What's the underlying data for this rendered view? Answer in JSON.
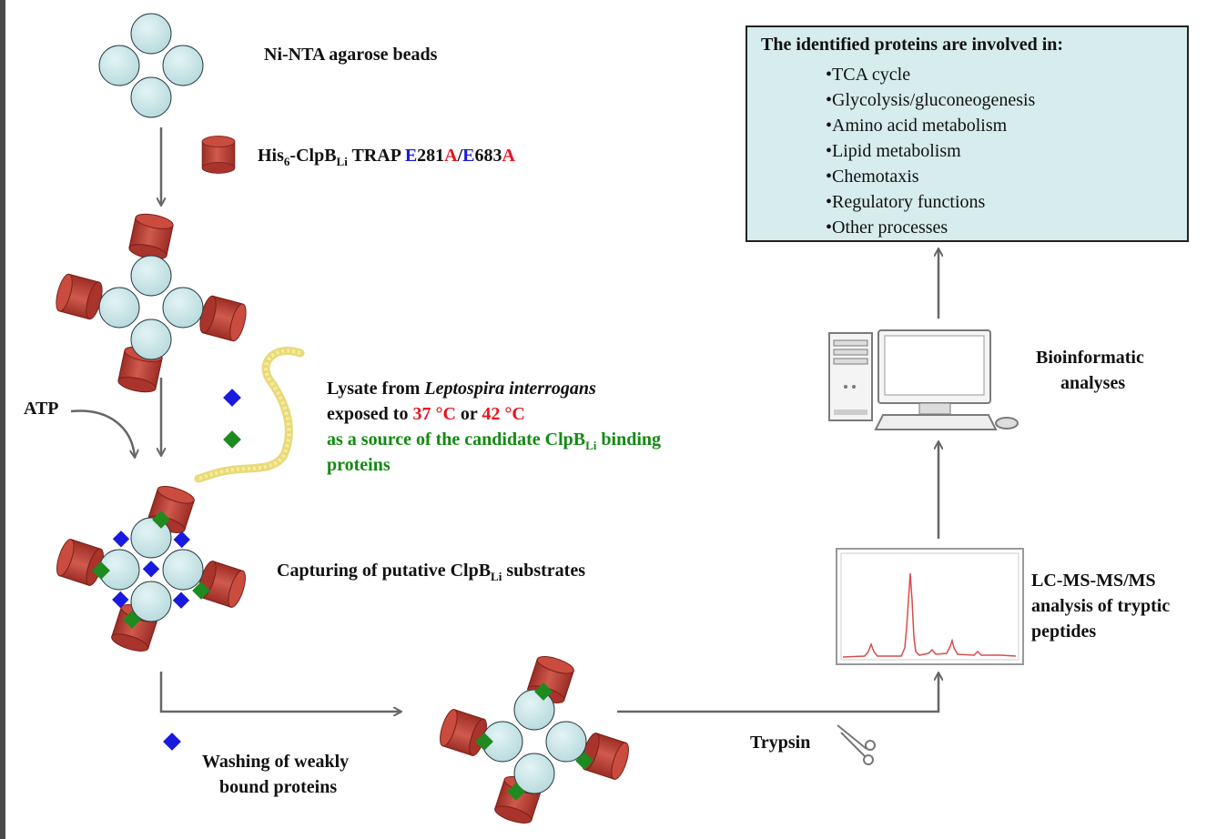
{
  "labels": {
    "beads": "Ni-NTA agarose beads",
    "trap": {
      "his": "His",
      "his_sub": "6",
      "clp": "-ClpB",
      "clp_sub": "Li",
      "trap": " TRAP ",
      "e1": "E",
      "n1": "281",
      "a1": "A",
      "slash": "/",
      "e2": "E",
      "n2": "683",
      "a2": "A"
    },
    "atp": "ATP",
    "lysate": {
      "prefix": "Lysate from ",
      "species": "Leptospira interrogans",
      "exposed": "exposed to ",
      "t1": "37 °C",
      "or": " or ",
      "t2": "42  °C",
      "source": "as a source of the candidate ClpB",
      "source_sub": "Li",
      "binding": " binding",
      "proteins": "proteins"
    },
    "capturing": {
      "text": "Capturing of putative ClpB",
      "sub": "Li",
      "tail": " substrates"
    },
    "washing": {
      "line1": "Washing of weakly",
      "line2": "bound proteins"
    },
    "trypsin": "Trypsin",
    "lcms": {
      "line1": "LC-MS-MS/MS",
      "line2": "analysis of tryptic",
      "line3": "peptides"
    },
    "bioinformatic": {
      "line1": "Bioinformatic",
      "line2": "analyses"
    }
  },
  "results": {
    "heading": "The identified proteins are involved in:",
    "items": [
      "TCA cycle",
      "Glycolysis/gluconeogenesis",
      "Amino acid metabolism",
      "Lipid metabolism",
      "Chemotaxis",
      "Regulatory functions",
      "Other processes"
    ]
  },
  "colors": {
    "bead": "#c6e4e6",
    "clpb": "#c0453a",
    "atp_blue": "#1a1adf",
    "substrate_green": "#1f8a1f",
    "arrow": "#666666",
    "box_fill": "#d7ecec"
  }
}
